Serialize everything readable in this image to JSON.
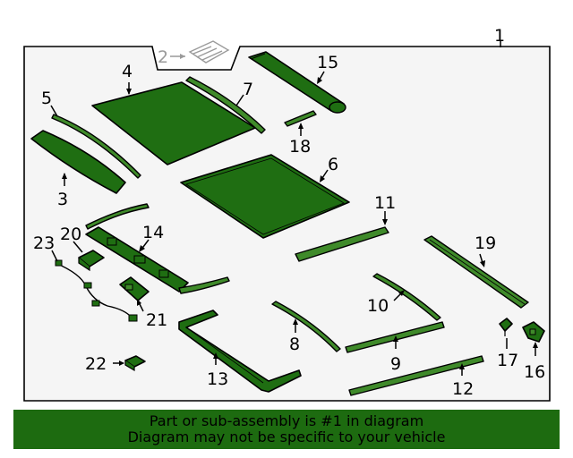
{
  "diagram": {
    "callouts": {
      "c1": "1",
      "c2": "2",
      "c3": "3",
      "c4": "4",
      "c5": "5",
      "c6": "6",
      "c7": "7",
      "c8": "8",
      "c9": "9",
      "c10": "10",
      "c11": "11",
      "c12": "12",
      "c13": "13",
      "c14": "14",
      "c15": "15",
      "c16": "16",
      "c17": "17",
      "c18": "18",
      "c19": "19",
      "c20": "20",
      "c21": "21",
      "c22": "22",
      "c23": "23"
    }
  },
  "footer": {
    "line1": "Part or sub-assembly is #1 in diagram",
    "line2": "Diagram may not be specific to your vehicle"
  },
  "colors": {
    "part_green": "#1f6e12",
    "banner_green": "#1d6b10",
    "frame_bg": "#f5f5f5"
  }
}
